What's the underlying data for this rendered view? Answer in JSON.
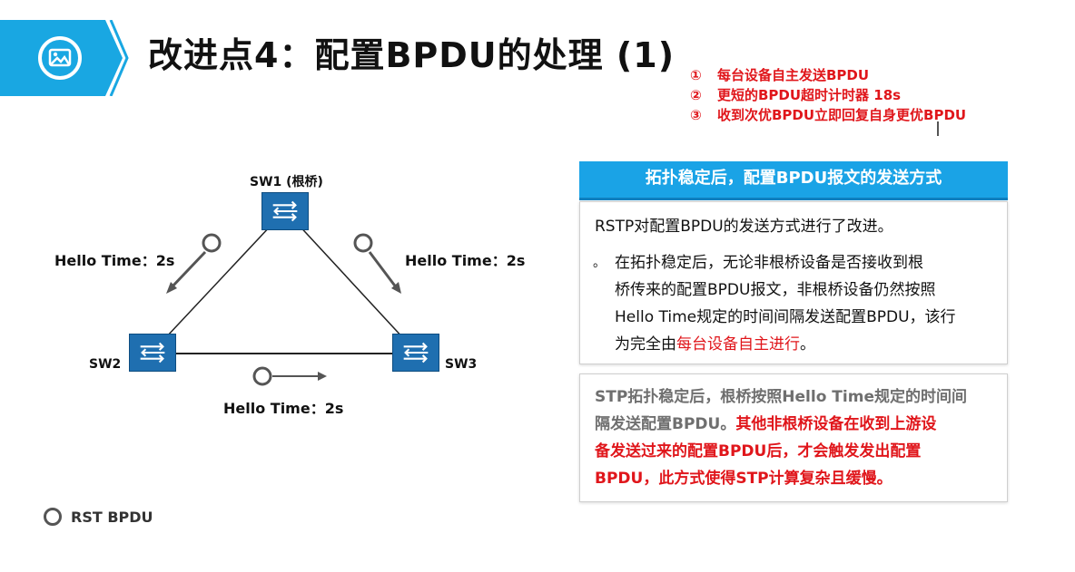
{
  "header": {
    "icon": "image-icon",
    "title": "改进点4：配置BPDU的处理 (1)"
  },
  "notes": [
    {
      "index": "①",
      "text": "每台设备自主发送BPDU"
    },
    {
      "index": "②",
      "text": "更短的BPDU超时计时器 18s"
    },
    {
      "index": "③",
      "text": "收到次优BPDU立即回复自身更优BPDU"
    }
  ],
  "diagram": {
    "sw1_label": "SW1 (根桥)",
    "sw2_label": "SW2",
    "sw3_label": "SW3",
    "hello_left": "Hello Time：2s",
    "hello_right": "Hello Time：2s",
    "hello_bottom": "Hello Time：2s"
  },
  "panel": {
    "header": "拓扑稳定后，配置BPDU报文的发送方式",
    "box1": {
      "intro": "RSTP对配置BPDU的发送方式进行了改进。",
      "bullet": "。",
      "lines": [
        "在拓扑稳定后，无论非根桥设备是否接收到根",
        "桥传来的配置BPDU报文，非根桥设备仍然按照",
        "Hello Time规定的时间间隔发送配置BPDU，该行"
      ],
      "last_prefix": "为完全由",
      "last_red": "每台设备自主进行",
      "last_suffix": "。"
    },
    "box2": {
      "gray1": "STP拓扑稳定后，根桥按照Hello Time规定的时间间",
      "gray2": "隔发送配置BPDU。",
      "red2": "其他非根桥设备在收到上游设",
      "red3": "备发送过来的配置BPDU后，才会触发发出配置",
      "red4": "BPDU，此方式使得STP计算复杂且缓慢。"
    }
  },
  "legend": {
    "label": "RST BPDU"
  },
  "colors": {
    "accent": "#1aa3e6",
    "red": "#e0161b",
    "switch": "#1f6fb0"
  }
}
